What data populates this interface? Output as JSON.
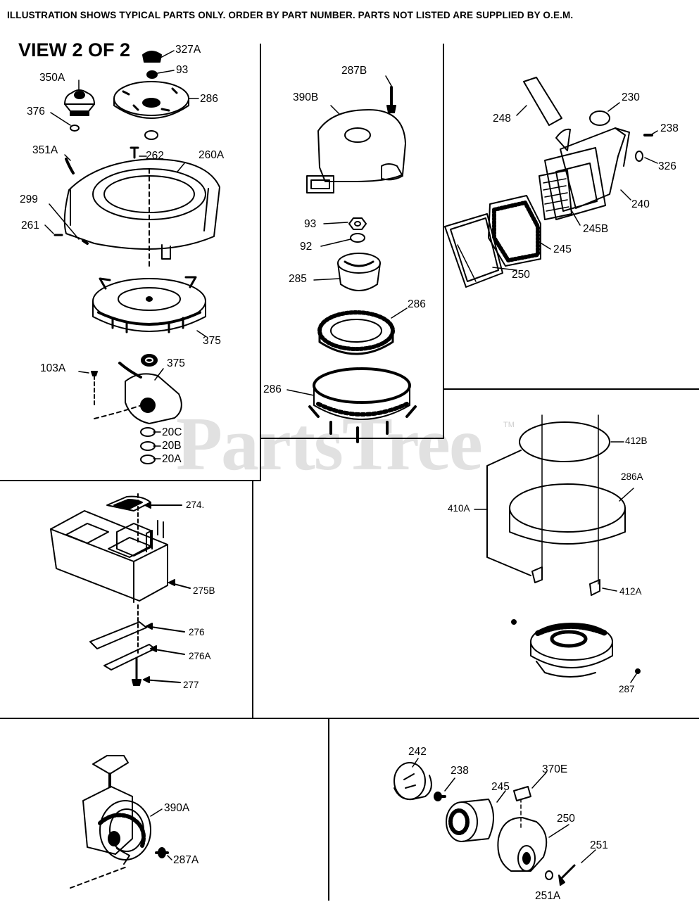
{
  "header_text": "ILLUSTRATION SHOWS TYPICAL PARTS ONLY.  ORDER BY PART NUMBER.  PARTS NOT LISTED ARE SUPPLIED BY O.E.M.",
  "view_title": "VIEW 2 OF 2",
  "watermark": "PartsTree",
  "watermark_tm": "TM",
  "panels": {
    "starter_top_left": {
      "labels": {
        "p327A": "327A",
        "p93": "93",
        "p350A": "350A",
        "p286": "286",
        "p376": "376",
        "p351A": "351A",
        "p262": "262",
        "p260A": "260A",
        "p299": "299",
        "p261": "261",
        "p375a": "375",
        "p103A": "103A",
        "p375b": "375",
        "p20C": "20C",
        "p20B": "20B",
        "p20A": "20A"
      }
    },
    "blower_center": {
      "labels": {
        "p287B": "287B",
        "p390B": "390B",
        "p93": "93",
        "p92": "92",
        "p285": "285",
        "p286a": "286",
        "p286b": "286"
      }
    },
    "air_cleaner_top_right": {
      "labels": {
        "p248": "248",
        "p230": "230",
        "p238": "238",
        "p326": "326",
        "p240": "240",
        "p245B": "245B",
        "p245": "245",
        "p250": "250"
      }
    },
    "muffler": {
      "labels": {
        "p274": "274.",
        "p275B": "275B",
        "p276": "276",
        "p276A": "276A",
        "p277": "277"
      }
    },
    "filter_right": {
      "labels": {
        "p412B": "412B",
        "p286A": "286A",
        "p410A": "410A",
        "p412A": "412A",
        "p287": "287"
      }
    },
    "rewind_bottom_left": {
      "labels": {
        "p390A": "390A",
        "p287A": "287A"
      }
    },
    "air_cleaner_bottom_right": {
      "labels": {
        "p242": "242",
        "p238": "238",
        "p370E": "370E",
        "p245": "245",
        "p250": "250",
        "p251": "251",
        "p251A": "251A"
      }
    }
  }
}
